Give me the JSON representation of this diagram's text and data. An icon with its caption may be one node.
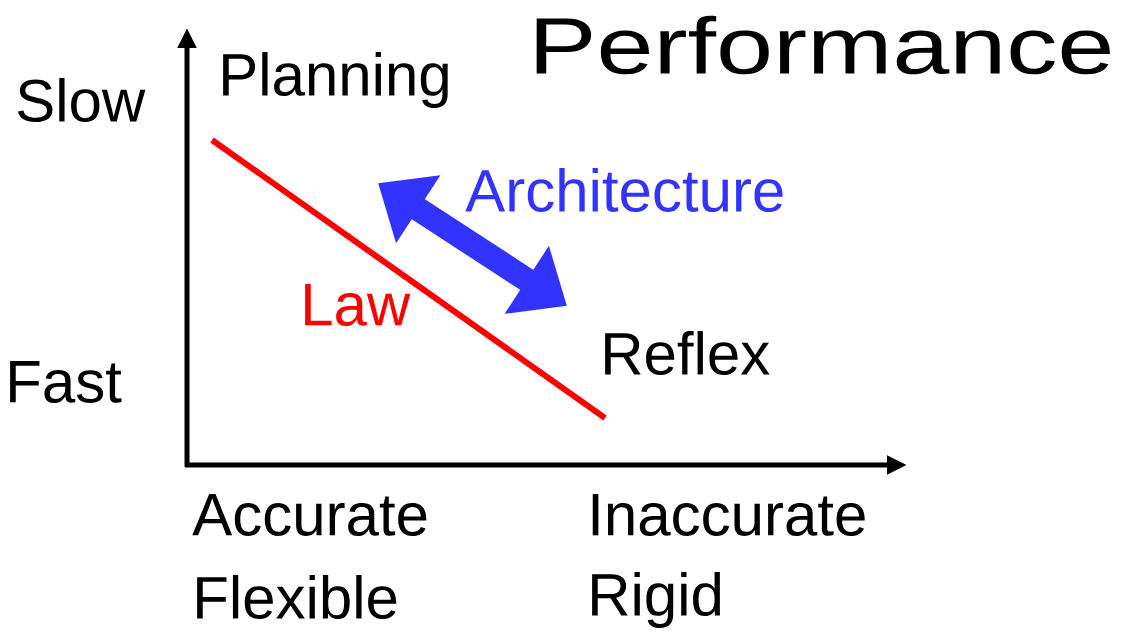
{
  "diagram": {
    "title": "Performance",
    "labels": [
      "Slow",
      "Planning",
      "Architecture",
      "Law",
      "Reflex",
      "Fast",
      "Accurate",
      "Inaccurate",
      "Flexible",
      "Rigid"
    ]
  }
}
